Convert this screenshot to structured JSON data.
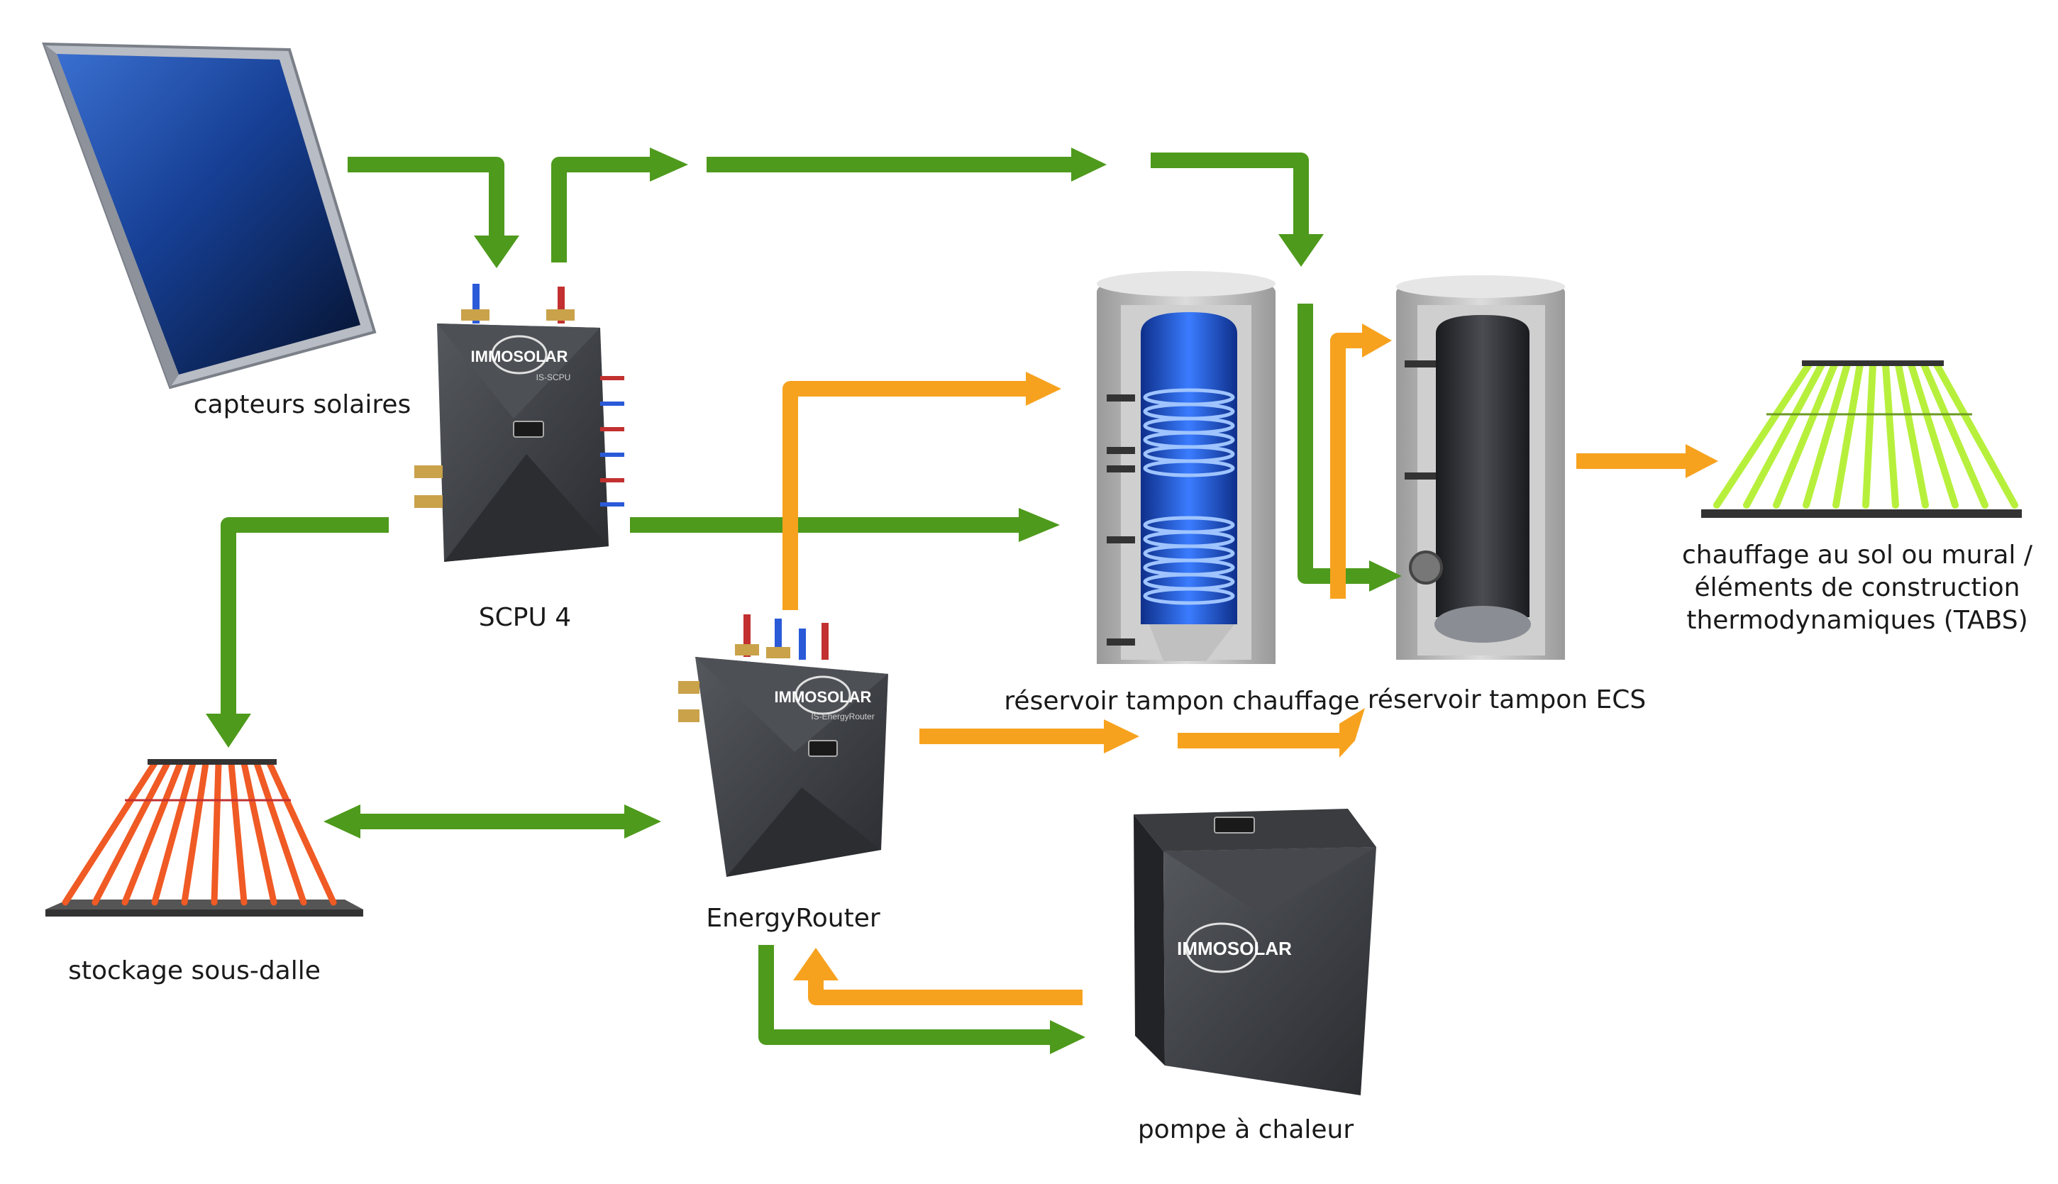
{
  "labels": {
    "solar": "capteurs solaires",
    "scpu": "SCPU 4",
    "router": "EnergyRouter",
    "storage": "stockage sous-dalle",
    "heat_tank": "réservoir tampon chauffage",
    "dhw_tank": "réservoir tampon ECS",
    "floor_line1": "chauffage au sol ou mural /",
    "floor_line2": "éléments de construction",
    "floor_line3": "thermodynamiques (TABS)",
    "heat_pump": "pompe à chaleur"
  },
  "logos": {
    "brand": "IMMOSOLAR",
    "scpu_model": "IS-SCPU",
    "router_model": "IS-EnergyRouter"
  },
  "colors": {
    "green_flow": "#4e9a1c",
    "orange_flow": "#f7a21e",
    "unit_body": "#3c3e42",
    "solar_panel": "#123a8a",
    "storage_pipes": "#f05a24",
    "floor_pipes": "#b7f03c",
    "tank_blue": "#2a6ae0"
  }
}
